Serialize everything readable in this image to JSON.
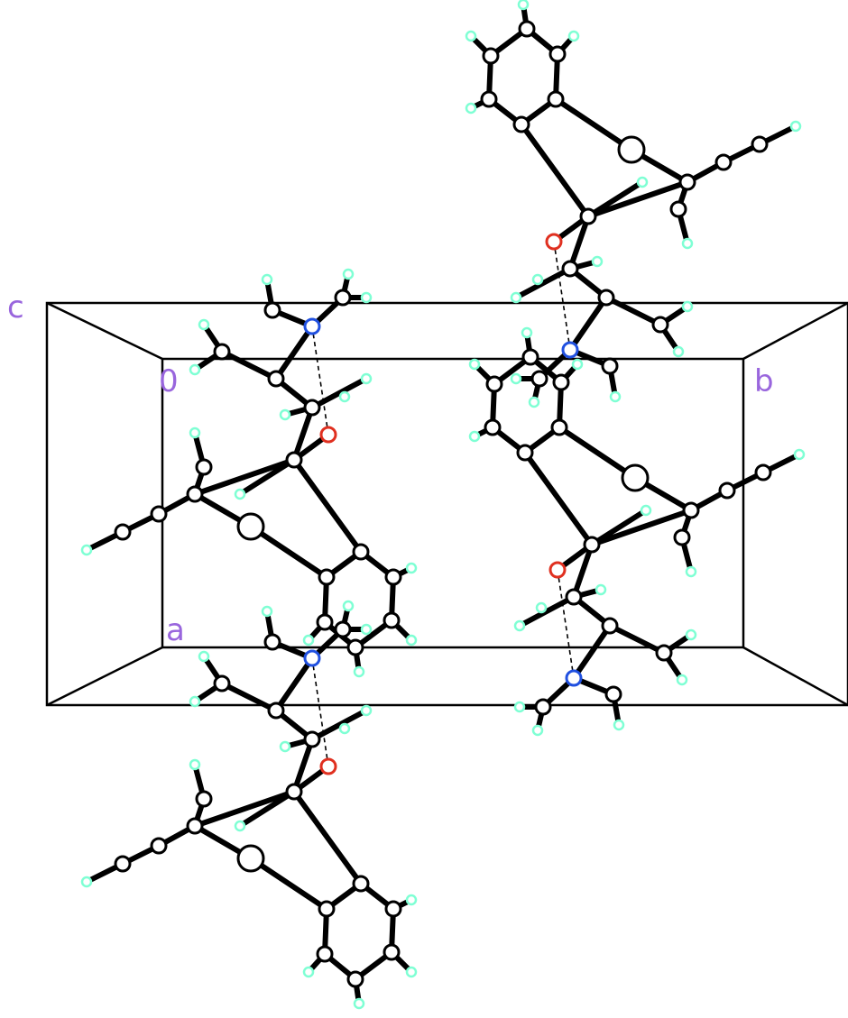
{
  "figure": {
    "axis_labels": {
      "c": "c",
      "origin": "0",
      "b": "b",
      "a": "a"
    },
    "colors": {
      "cell_edge": "#000000",
      "carbon": "#ffffff",
      "hydrogen": "#7fffd4",
      "oxygen": "#e03020",
      "nitrogen": "#2050e0",
      "label": "#9966dd"
    }
  }
}
